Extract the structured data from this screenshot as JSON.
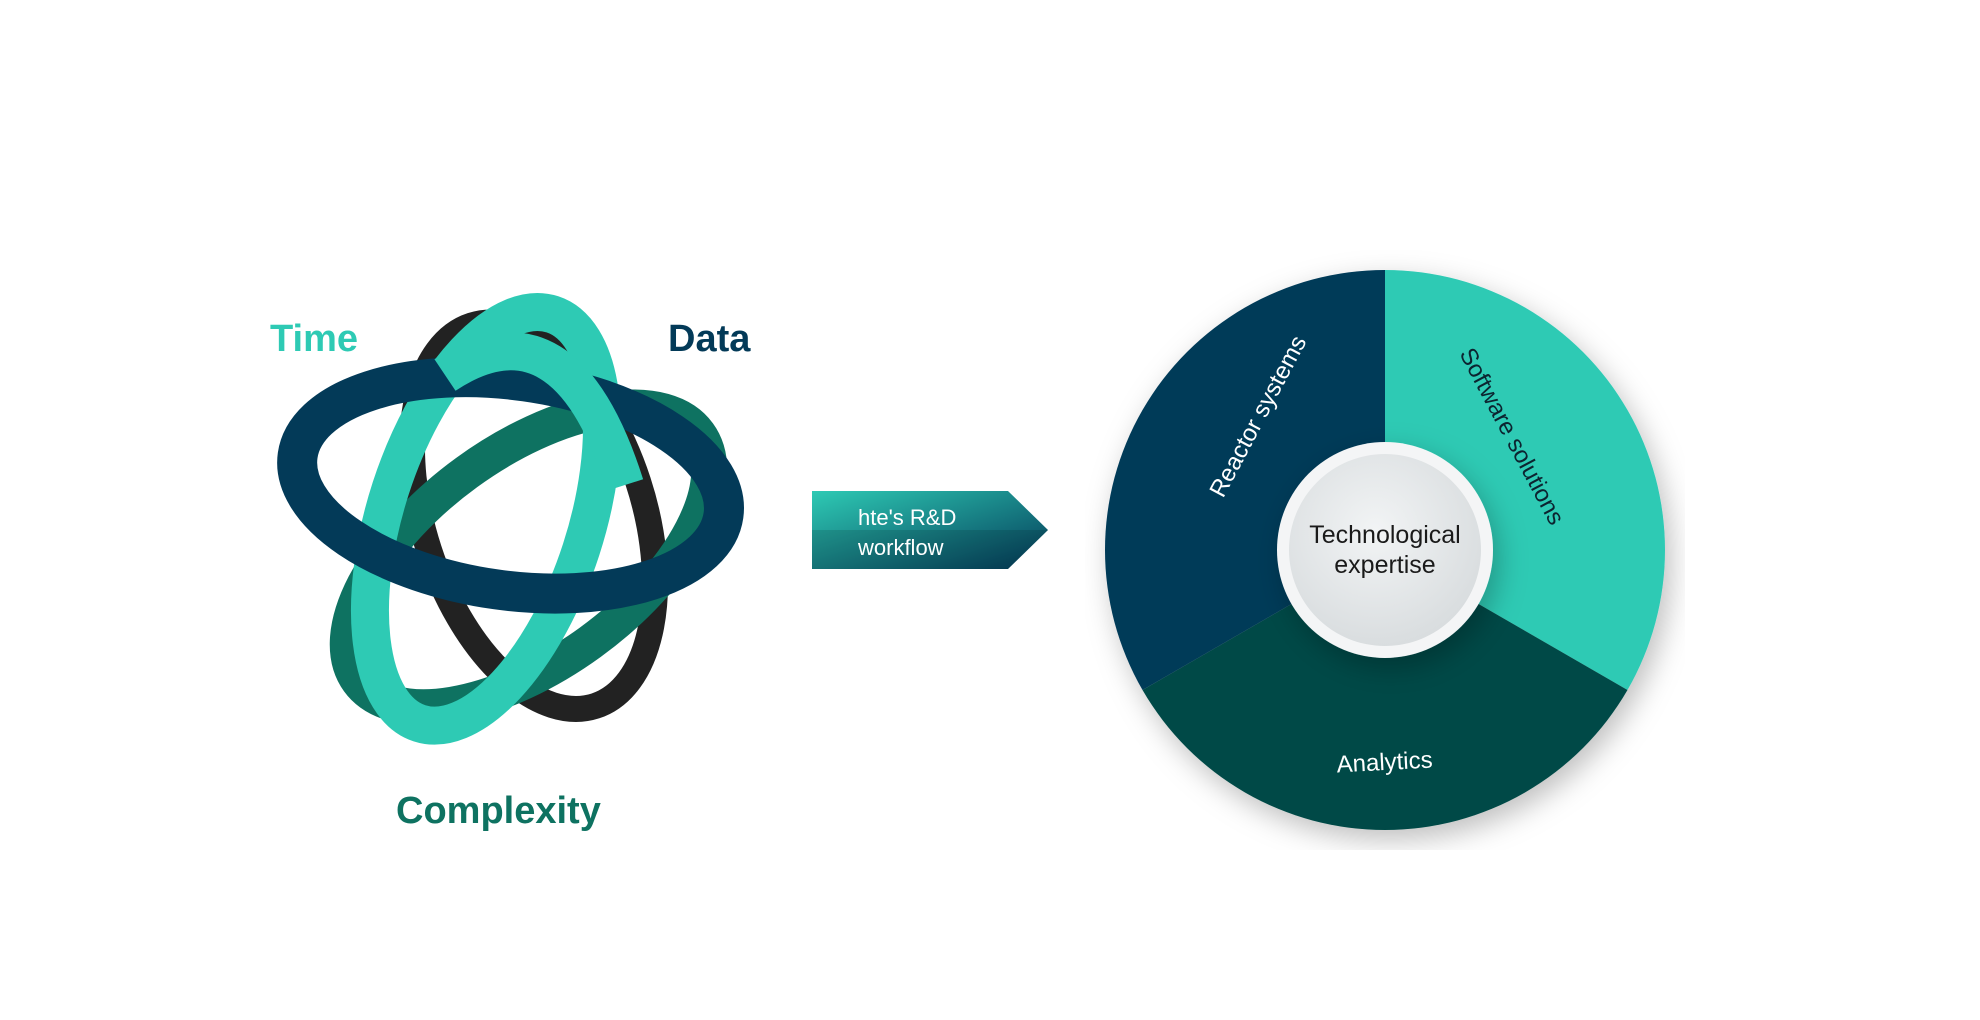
{
  "knot_labels": {
    "time": "Time",
    "data": "Data",
    "complexity": "Complexity"
  },
  "arrow": {
    "line1": "hte's R&D",
    "line2": "workflow"
  },
  "wheel": {
    "center": {
      "line1": "Technological",
      "line2": "expertise"
    },
    "segments": [
      {
        "label": "Software solutions",
        "color": "#2ecab4"
      },
      {
        "label": "Analytics",
        "color": "#034a46"
      },
      {
        "label": "Reactor systems",
        "color": "#033a58"
      }
    ]
  },
  "colors": {
    "teal": "#2ecab4",
    "navy": "#033a58",
    "green": "#0e7261",
    "text_dark": "#1a1a1a"
  }
}
